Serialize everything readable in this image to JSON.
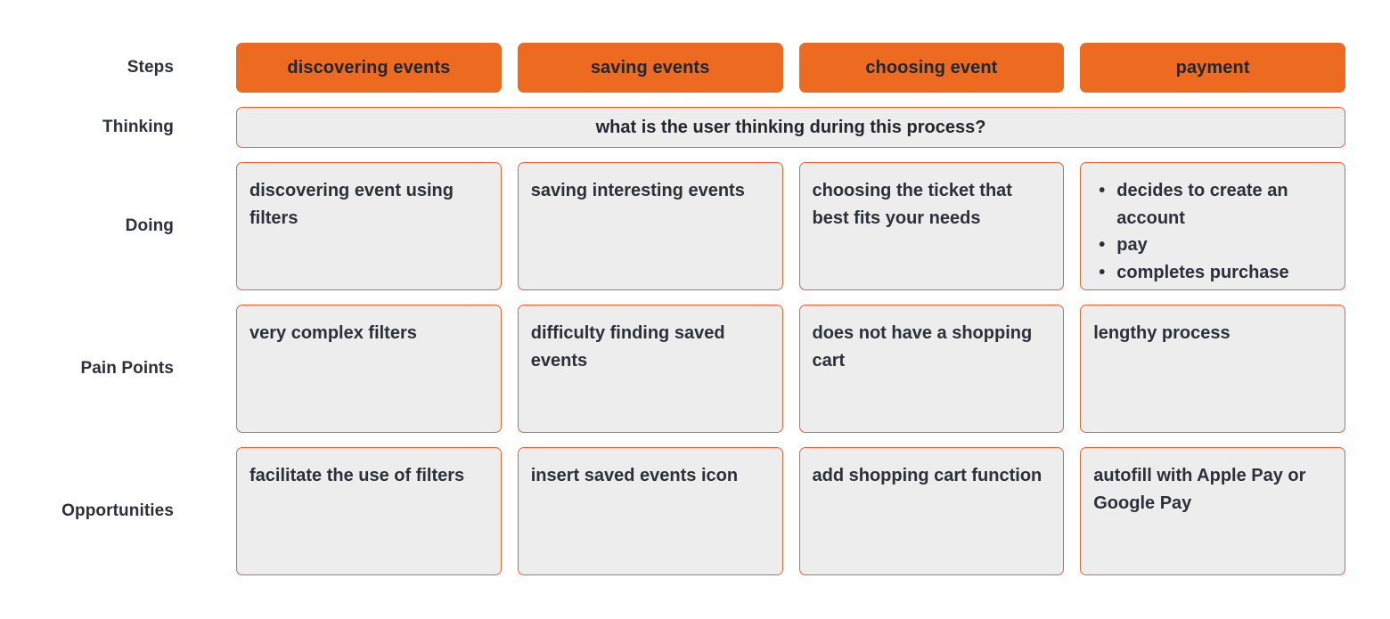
{
  "map": {
    "rows": {
      "steps_label": "Steps",
      "thinking_label": "Thinking",
      "doing_label": "Doing",
      "pain_points_label": "Pain Points",
      "opportunities_label": "Opportunities"
    },
    "steps": [
      "discovering events",
      "saving events",
      "choosing event",
      "payment"
    ],
    "thinking": "what is the user thinking during this process?",
    "doing": [
      {
        "text": "discovering event using filters"
      },
      {
        "text": "saving interesting events"
      },
      {
        "text": "choosing the ticket that best fits your needs"
      },
      {
        "bullets": [
          "decides to create an account",
          "pay",
          "completes purchase"
        ]
      }
    ],
    "pain_points": [
      "very complex filters",
      "difficulty finding saved events",
      "does not have a shopping cart",
      "lengthy process"
    ],
    "opportunities": [
      "facilitate the use of filters",
      "insert saved events icon",
      "add shopping cart function",
      "autofill with Apple Pay or Google Pay"
    ],
    "colors": {
      "accent_orange": "#ec6b21",
      "card_border": "#e8632a",
      "card_fill": "#ededed",
      "text_dark": "#2b303a",
      "page_background": "#ffffff"
    }
  }
}
